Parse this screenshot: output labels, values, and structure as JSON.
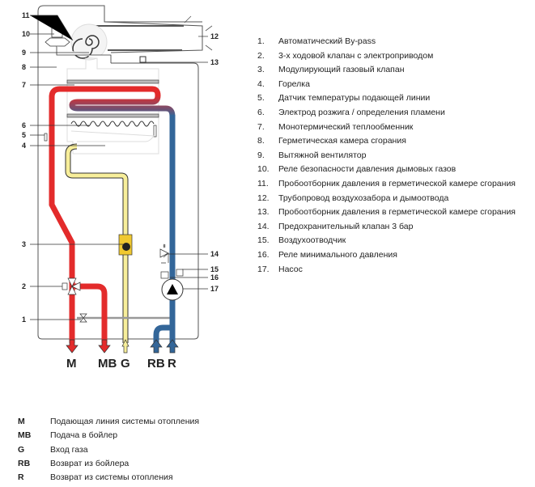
{
  "callouts": {
    "n1": "1",
    "n2": "2",
    "n3": "3",
    "n4": "4",
    "n5": "5",
    "n6": "6",
    "n7": "7",
    "n8": "8",
    "n9": "9",
    "n10": "10",
    "n11": "11",
    "n12": "12",
    "n13": "13",
    "n14": "14",
    "n15": "15",
    "n16": "16",
    "n17": "17"
  },
  "pipes": {
    "m": "M",
    "mb": "MB",
    "g": "G",
    "rb": "RB",
    "r": "R"
  },
  "colors": {
    "hot": "#e32b2b",
    "cold": "#336699",
    "gas": "#f7ee9a"
  },
  "legend": [
    {
      "num": "1.",
      "text": "Автоматический By-pass"
    },
    {
      "num": "2.",
      "text": "3-х ходовой клапан с электроприводом"
    },
    {
      "num": "3.",
      "text": "Модулирующий газовый клапан"
    },
    {
      "num": "4.",
      "text": "Горелка"
    },
    {
      "num": "5.",
      "text": "Датчик температуры подающей линии"
    },
    {
      "num": "6.",
      "text": "Электрод розжига / определения пламени"
    },
    {
      "num": "7.",
      "text": "Монотермический теплообменник"
    },
    {
      "num": "8.",
      "text": "Герметическая камера сгорания"
    },
    {
      "num": "9.",
      "text": "Вытяжной вентилятор"
    },
    {
      "num": "10.",
      "text": "Реле безопасности давления дымовых газов"
    },
    {
      "num": "11.",
      "text": "Пробоотборник давления в герметической камере сгорания"
    },
    {
      "num": "12.",
      "text": "Трубопровод воздухозабора и дымоотвода"
    },
    {
      "num": "13.",
      "text": "Пробоотборник давления в герметической камере сгорания"
    },
    {
      "num": "14.",
      "text": "Предохранительный клапан 3 бар"
    },
    {
      "num": "15.",
      "text": "Воздухоотводчик"
    },
    {
      "num": "16.",
      "text": "Реле минимального давления"
    },
    {
      "num": "17.",
      "text": "Насос"
    }
  ],
  "key": [
    {
      "code": "M",
      "text": "Подающая линия системы отопления"
    },
    {
      "code": "MB",
      "text": "Подача в бойлер"
    },
    {
      "code": "G",
      "text": "Вход газа"
    },
    {
      "code": "RB",
      "text": "Возврат из бойлера"
    },
    {
      "code": "R",
      "text": "Возврат из системы отопления"
    }
  ]
}
